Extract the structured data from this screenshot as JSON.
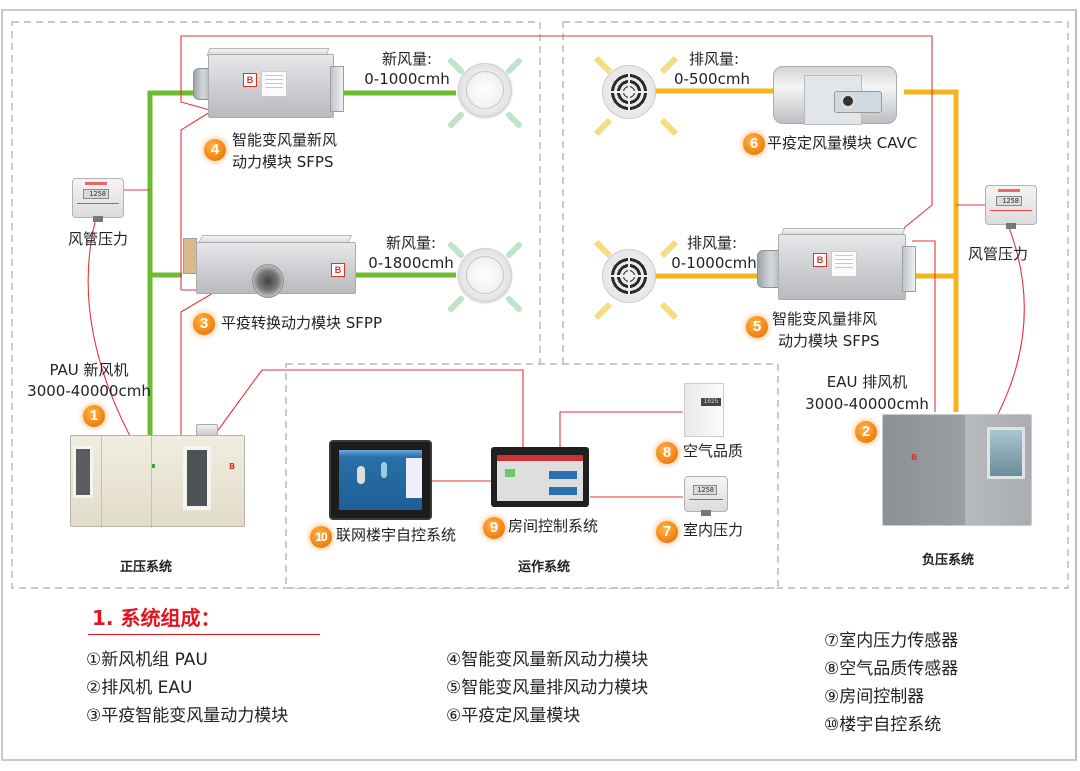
{
  "colors": {
    "fresh_air_duct": "#6bbd2f",
    "exhaust_duct": "#f4b41b",
    "control_wire": "#e8333b",
    "badge": "#f28a1a",
    "legend_title": "#e3141d",
    "dashed_border": "#a9a9a9"
  },
  "zones": {
    "positive": "正压系统",
    "operation": "运作系统",
    "negative": "负压系统"
  },
  "components": {
    "c1": {
      "badge": "1",
      "name": "PAU 新风机",
      "flow": "3000-40000cmh"
    },
    "c2": {
      "badge": "2",
      "name": "EAU 排风机",
      "flow": "3000-40000cmh"
    },
    "c3": {
      "badge": "3",
      "label": "平疫转换动力模块 SFPP"
    },
    "c4": {
      "badge": "4",
      "label_line1": "智能变风量新风",
      "label_line2": "动力模块 SFPS"
    },
    "c5": {
      "badge": "5",
      "label_line1": "智能变风量排风",
      "label_line2": "动力模块 SFPS"
    },
    "c6": {
      "badge": "6",
      "label": "平疫定风量模块 CAVC"
    },
    "c7": {
      "badge": "7",
      "label": "室内压力"
    },
    "c8": {
      "badge": "8",
      "label": "空气品质"
    },
    "c9": {
      "badge": "9",
      "label": "房间控制系统"
    },
    "c10": {
      "badge": "10",
      "label": "联网楼宇自控系统"
    }
  },
  "duct_pressure": {
    "left": "风管压力",
    "right": "风管压力"
  },
  "sensor_reading": "1258",
  "air_quality_reading": "1025",
  "flows": {
    "fresh1": {
      "title": "新风量:",
      "value": "0-1000cmh"
    },
    "fresh2": {
      "title": "新风量:",
      "value": "0-1800cmh"
    },
    "exhaust1": {
      "title": "排风量:",
      "value": "0-500cmh"
    },
    "exhaust2": {
      "title": "排风量:",
      "value": "0-1000cmh"
    }
  },
  "legend": {
    "title": "1. 系统组成：",
    "col1": [
      "①新风机组 PAU",
      "②排风机 EAU",
      "③平疫智能变风量动力模块"
    ],
    "col2": [
      "④智能变风量新风动力模块",
      "⑤智能变风量排风动力模块",
      "⑥平疫定风量模块"
    ],
    "col3": [
      "⑦室内压力传感器",
      "⑧空气品质传感器",
      "⑨房间控制器",
      "⑩楼宇自控系统"
    ]
  }
}
